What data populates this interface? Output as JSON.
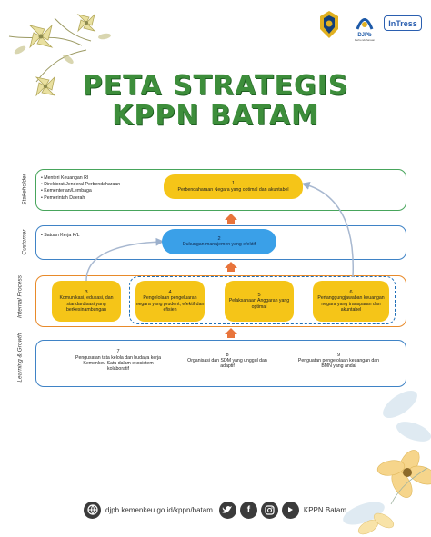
{
  "header": {
    "logo_kemenkeu_icon": "kemenkeu-emblem-icon",
    "logo_djpb_text": "DJPb",
    "logo_djpb_sub": "Perbendaharaan",
    "logo_intress_text": "InTress"
  },
  "title": {
    "line1": "PETA STRATEGIS",
    "line2": "KPPN BATAM"
  },
  "perspectives": {
    "stakeholder": "Stakeholder",
    "customer": "Customer",
    "internal": "Internal Process",
    "learning": "Learning & Growth"
  },
  "stakeholder_list": [
    "Menteri Keuangan RI",
    "Direktorat Jenderal Perbendaharaan",
    "Kementerian/Lembaga",
    "Pemerintah Daerah"
  ],
  "customer_list": [
    "Satuan Kerja K/L"
  ],
  "nodes": {
    "n1": {
      "num": "1",
      "text": "Perbendaharaan Negara yang optimal dan akuntabel"
    },
    "n2": {
      "num": "2",
      "text": "Dukungan manajemen yang efektif"
    },
    "n3": {
      "num": "3",
      "text": "Komunikasi, edukasi, dan standardisasi yang berkesinambungan"
    },
    "n4": {
      "num": "4",
      "text": "Pengelolaan pengeluaran negara yang prudent, efektif dan efisien"
    },
    "n5": {
      "num": "5",
      "text": "Pelaksanaan Anggaran yang optimal"
    },
    "n6": {
      "num": "6",
      "text": "Pertanggungjawaban keuangan negara yang transparan dan akuntabel"
    },
    "n7": {
      "num": "7",
      "text": "Pengusatan tata kelola dan budaya kerja Kemenkeu Satu dalam ekosistem kolaboratif"
    },
    "n8": {
      "num": "8",
      "text": "Organisasi dan SDM yang unggul dan adaptif"
    },
    "n9": {
      "num": "9",
      "text": "Penguatan pengelolaan keuangan dan BMN yang andal"
    }
  },
  "footer": {
    "website": "djpb.kemenkeu.go.id/kppn/batam",
    "social_name": "KPPN Batam",
    "icons": [
      "globe-icon",
      "twitter-icon",
      "facebook-icon",
      "instagram-icon",
      "youtube-icon"
    ]
  },
  "colors": {
    "green": "#3d8e3b",
    "yellow": "#f5c518",
    "blue": "#3aa0e8",
    "orange": "#e88a2a",
    "arrow_orange": "#e8743b"
  }
}
